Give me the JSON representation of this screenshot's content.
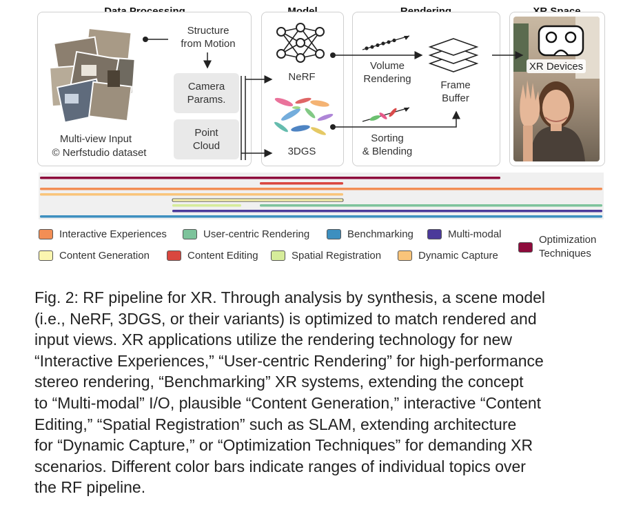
{
  "sections": {
    "data_processing": "Data Processing",
    "model": "Model",
    "rendering": "Rendering",
    "xr_space": "XR Space"
  },
  "data_processing": {
    "sfm_line1": "Structure",
    "sfm_line2": "from Motion",
    "camera_line1": "Camera",
    "camera_line2": "Params.",
    "point_line1": "Point",
    "point_line2": "Cloud",
    "input_label": "Multi-view Input",
    "dataset_credit": "© Nerfstudio dataset"
  },
  "model": {
    "nerf": "NeRF",
    "gs": "3DGS"
  },
  "rendering": {
    "volume_line1": "Volume",
    "volume_line2": "Rendering",
    "frame_line1": "Frame",
    "frame_line2": "Buffer",
    "sorting_line1": "Sorting",
    "sorting_line2": "& Blending"
  },
  "xr": {
    "devices": "XR Devices"
  },
  "colors": {
    "interactive": "#f28e55",
    "user_centric": "#7dc39b",
    "benchmarking": "#3d8fbf",
    "multi_modal": "#4b3a9a",
    "content_generation": "#fbf6b0",
    "content_editing": "#d9473f",
    "spatial_registration": "#d6ec9a",
    "dynamic_capture": "#f9c47a",
    "optimization": "#8e0b3c"
  },
  "legend": [
    {
      "label": "Interactive Experiences",
      "color": "#f28e55"
    },
    {
      "label": "User-centric Rendering",
      "color": "#7dc39b"
    },
    {
      "label": "Benchmarking",
      "color": "#3d8fbf"
    },
    {
      "label": "Multi-modal",
      "color": "#4b3a9a"
    },
    {
      "label": "Content Generation",
      "color": "#fbf6b0"
    },
    {
      "label": "Content Editing",
      "color": "#d9473f"
    },
    {
      "label": "Spatial Registration",
      "color": "#d6ec9a"
    },
    {
      "label": "Dynamic Capture",
      "color": "#f9c47a"
    },
    {
      "label": "Optimization",
      "label2": "Techniques",
      "color": "#8e0b3c"
    }
  ],
  "caption": [
    "Fig. 2: RF pipeline for XR. Through analysis by synthesis, a scene model",
    "(i.e., NeRF, 3DGS, or their variants) is optimized to match rendered and",
    "input views.  XR applications utilize the rendering technology for new",
    "“Interactive Experiences,” “User-centric Rendering” for high-performance",
    "stereo rendering, “Benchmarking” XR systems, extending the concept",
    "to “Multi-modal” I/O, plausible “Content Generation,” interactive “Content",
    "Editing,” “Spatial Registration” such as SLAM, extending architecture",
    "for “Dynamic Capture,” or “Optimization Techniques” for demanding XR",
    "scenarios. Different color bars indicate ranges of individual topics over",
    "the RF pipeline."
  ]
}
